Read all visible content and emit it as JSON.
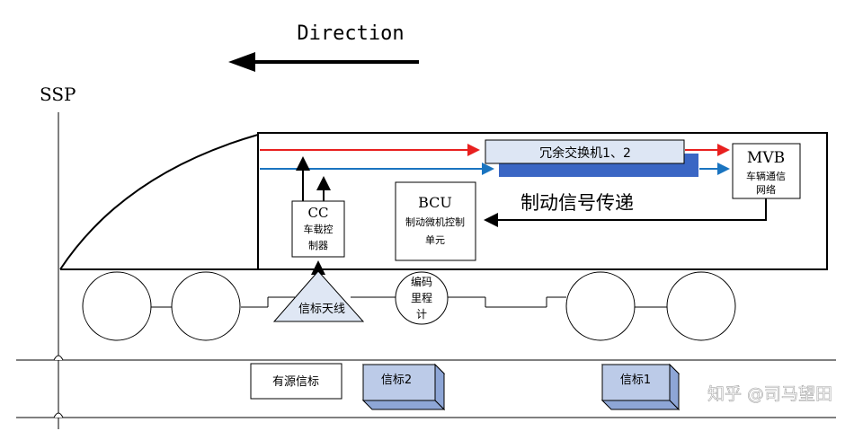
{
  "direction_label": "Direction",
  "ssp_label": "SSP",
  "switch_label": "冗余交换机1、2",
  "mvb": {
    "title": "MVB",
    "line1": "车辆通信",
    "line2": "网络"
  },
  "bcu": {
    "title": "BCU",
    "line1": "制动微机控制",
    "line2": "单元"
  },
  "cc": {
    "title": "CC",
    "line1": "车载控",
    "line2": "制器"
  },
  "brake_signal_label": "制动信号传递",
  "antenna_label": "信标天线",
  "odometer": {
    "line1": "编码",
    "line2": "里程",
    "line3": "计"
  },
  "beacon_active": "有源信标",
  "beacon2": "信标2",
  "beacon1": "信标1",
  "watermark": "知乎 @司马望田",
  "colors": {
    "red_line": "#e8201f",
    "blue_line": "#1a74c0",
    "switch_bar": "#3a66c4",
    "switch_box": "#dde6f4",
    "beacon_top": "#bccbe8",
    "beacon_side": "#8ea6d6",
    "antenna_fill": "#dfe7f4"
  }
}
